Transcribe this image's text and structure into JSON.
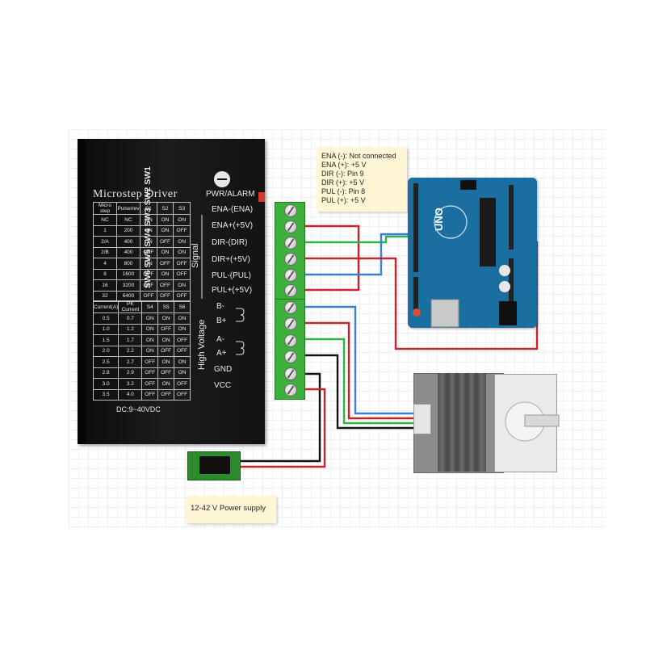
{
  "driver": {
    "title": "Microstep Driver",
    "switch_labels": "SW6 SW5 SW4 SW3 SW2 SW1",
    "pwr_alarm": "PWR/ALARM",
    "table_micro": {
      "headers": [
        "Micro step",
        "Pulse/rev",
        "S1",
        "S2",
        "S3"
      ],
      "rows": [
        [
          "NC",
          "NC",
          "ON",
          "ON",
          "ON"
        ],
        [
          "1",
          "200",
          "ON",
          "ON",
          "OFF"
        ],
        [
          "2/A",
          "400",
          "ON",
          "OFF",
          "ON"
        ],
        [
          "2/B",
          "400",
          "OFF",
          "ON",
          "ON"
        ],
        [
          "4",
          "800",
          "ON",
          "OFF",
          "OFF"
        ],
        [
          "8",
          "1600",
          "OFF",
          "ON",
          "OFF"
        ],
        [
          "16",
          "3200",
          "OFF",
          "OFF",
          "ON"
        ],
        [
          "32",
          "6400",
          "OFF",
          "OFF",
          "OFF"
        ]
      ]
    },
    "table_current": {
      "headers": [
        "Current(A)",
        "PK Current",
        "S4",
        "S5",
        "S6"
      ],
      "rows": [
        [
          "0.5",
          "0.7",
          "ON",
          "ON",
          "ON"
        ],
        [
          "1.0",
          "1.2",
          "ON",
          "OFF",
          "ON"
        ],
        [
          "1.5",
          "1.7",
          "ON",
          "ON",
          "OFF"
        ],
        [
          "2.0",
          "2.2",
          "ON",
          "OFF",
          "OFF"
        ],
        [
          "2.5",
          "2.7",
          "OFF",
          "ON",
          "ON"
        ],
        [
          "2.8",
          "2.9",
          "OFF",
          "OFF",
          "ON"
        ],
        [
          "3.0",
          "3.2",
          "OFF",
          "ON",
          "OFF"
        ],
        [
          "3.5",
          "4.0",
          "OFF",
          "OFF",
          "OFF"
        ]
      ]
    },
    "signal_label": "Signal",
    "signal_pins": [
      "ENA-(ENA)",
      "ENA+(+5V)",
      "DIR-(DIR)",
      "DIR+(+5V)",
      "PUL-(PUL)",
      "PUL+(+5V)"
    ],
    "hv_label": "High Voltage",
    "hv_pins": [
      "B-",
      "B+",
      "A-",
      "A+",
      "GND",
      "VCC"
    ],
    "dc_rating": "DC:9~40VDC"
  },
  "connection_note": [
    "ENA (-): Not connected",
    "ENA (+): +5 V",
    "DIR (-): Pin  9",
    "DIR (+): +5 V",
    "PUL (-): Pin 8",
    "PUL (+): +5 V"
  ],
  "power_supply_note": "12-42 V Power supply",
  "arduino_label": "UNO",
  "wire_colors": {
    "red": "#c8232b",
    "green": "#2db34a",
    "blue": "#3a7fd5",
    "black": "#111111",
    "terminal_green": "#3bb03b",
    "arduino_blue": "#1a6fa0",
    "note_yellow": "#fff6d6"
  }
}
